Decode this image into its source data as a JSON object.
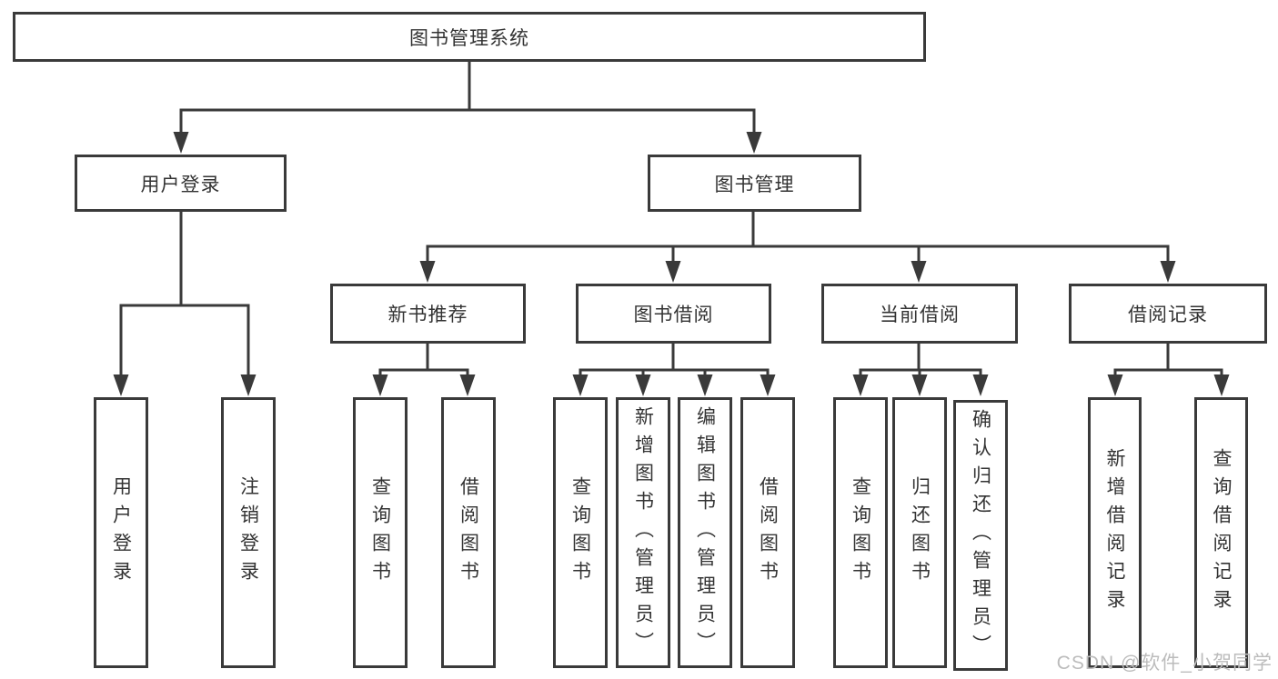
{
  "tree": {
    "label": "图书管理系统",
    "children": [
      {
        "label": "用户登录",
        "children": [
          {
            "label": "用户登录"
          },
          {
            "label": "注销登录"
          }
        ]
      },
      {
        "label": "图书管理",
        "children": [
          {
            "label": "新书推荐",
            "children": [
              {
                "label": "查询图书"
              },
              {
                "label": "借阅图书"
              }
            ]
          },
          {
            "label": "图书借阅",
            "children": [
              {
                "label": "查询图书"
              },
              {
                "label": "新增图书（管理员）"
              },
              {
                "label": "编辑图书（管理员）"
              },
              {
                "label": "借阅图书"
              }
            ]
          },
          {
            "label": "当前借阅",
            "children": [
              {
                "label": "查询图书"
              },
              {
                "label": "归还图书"
              },
              {
                "label": "确认归还（管理员）"
              }
            ]
          },
          {
            "label": "借阅记录",
            "children": [
              {
                "label": "新增借阅记录"
              },
              {
                "label": "查询借阅记录"
              }
            ]
          }
        ]
      }
    ]
  },
  "watermark": {
    "text": "CSDN @软件_小贺同学"
  },
  "colors": {
    "line": "#3a3a3a",
    "text": "#333333",
    "background": "#ffffff",
    "watermark": "#bcbcbc"
  }
}
